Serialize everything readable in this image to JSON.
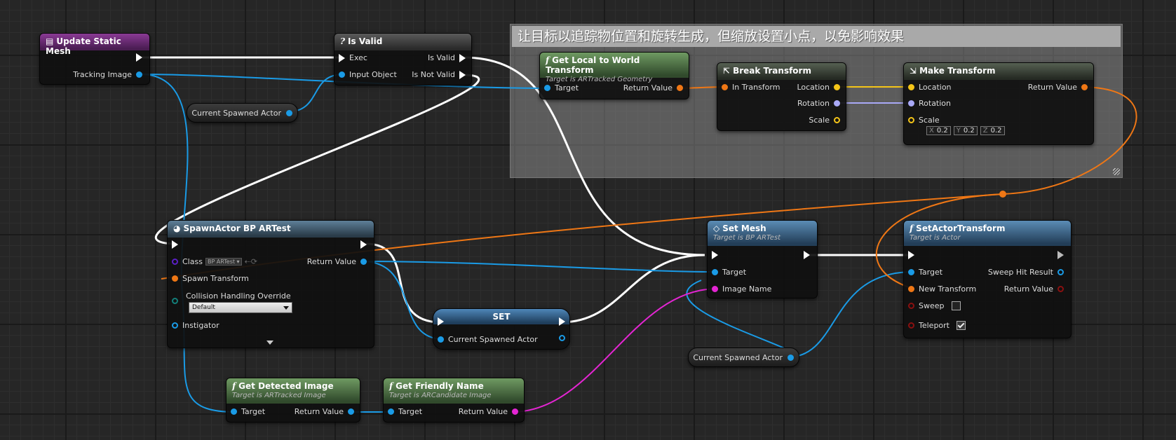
{
  "comment": {
    "title": "让目标以追踪物位置和旋转生成，但缩放设置小点，以免影响效果"
  },
  "nodes": {
    "update_static_mesh": {
      "title": "Update Static Mesh",
      "pin_tracking_image": "Tracking Image",
      "icon": "event-icon"
    },
    "is_valid": {
      "title": "Is Valid",
      "header_icon": "?",
      "pin_exec": "Exec",
      "pin_input_object": "Input Object",
      "pin_is_valid": "Is Valid",
      "pin_is_not_valid": "Is Not Valid"
    },
    "current_spawned_actor_1": {
      "label": "Current Spawned Actor"
    },
    "get_local_to_world": {
      "title": "Get Local to World Transform",
      "subtitle": "Target is ARTracked Geometry",
      "pin_target": "Target",
      "pin_return": "Return Value"
    },
    "break_transform": {
      "title": "Break Transform",
      "pin_in_transform": "In Transform",
      "pin_location": "Location",
      "pin_rotation": "Rotation",
      "pin_scale": "Scale"
    },
    "make_transform": {
      "title": "Make Transform",
      "pin_location": "Location",
      "pin_rotation": "Rotation",
      "pin_scale": "Scale",
      "pin_return": "Return Value",
      "scale": {
        "x_label": "X",
        "x": "0.2",
        "y_label": "Y",
        "y": "0.2",
        "z_label": "Z",
        "z": "0.2"
      }
    },
    "spawn_actor": {
      "title": "SpawnActor BP ARTest",
      "pin_class": "Class",
      "class_value": "BP ARTest",
      "pin_spawn_transform": "Spawn Transform",
      "pin_collision": "Collision Handling Override",
      "collision_value": "Default",
      "pin_instigator": "Instigator",
      "pin_return": "Return Value"
    },
    "set_node": {
      "title": "SET",
      "pin_current_spawned_actor": "Current Spawned Actor"
    },
    "set_mesh": {
      "title": "Set Mesh",
      "subtitle": "Target is BP ARTest",
      "pin_target": "Target",
      "pin_image_name": "Image Name"
    },
    "set_actor_transform": {
      "title": "SetActorTransform",
      "subtitle": "Target is Actor",
      "pin_target": "Target",
      "pin_new_transform": "New Transform",
      "pin_sweep": "Sweep",
      "pin_teleport": "Teleport",
      "pin_sweep_hit": "Sweep Hit Result",
      "pin_return": "Return Value",
      "sweep_checked": false,
      "teleport_checked": true
    },
    "current_spawned_actor_2": {
      "label": "Current Spawned Actor"
    },
    "get_detected_image": {
      "title": "Get Detected Image",
      "subtitle": "Target is ARTracked Image",
      "pin_target": "Target",
      "pin_return": "Return Value"
    },
    "get_friendly_name": {
      "title": "Get Friendly Name",
      "subtitle": "Target is ARCandidate Image",
      "pin_target": "Target",
      "pin_return": "Return Value"
    }
  },
  "colors": {
    "exec": "#ffffff",
    "object": "#1a9be6",
    "transform": "#ef7715",
    "vector": "#f5c518",
    "rotator": "#a9a9f7",
    "string": "#e425d3"
  }
}
